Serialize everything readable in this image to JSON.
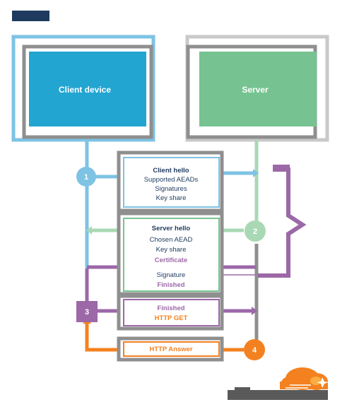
{
  "nodes": {
    "client": "Client device",
    "server": "Server"
  },
  "messages": {
    "client_hello": [
      "Client hello",
      "Supported AEADs",
      "Signatures",
      "Key share"
    ],
    "server_hello": [
      "Server hello",
      "Chosen AEAD",
      "Key share",
      "Certificate"
    ],
    "signature_block": [
      "Signature",
      "Finished"
    ],
    "client_finished": [
      "Finished",
      "HTTP GET"
    ],
    "http_answer": "HTTP Answer"
  },
  "steps": [
    "1",
    "2",
    "3",
    "4"
  ],
  "colors": {
    "client_blue": "#22a5d1",
    "server_green": "#76c391",
    "line_blue": "#7ec3e4",
    "line_green": "#a9d9b4",
    "purple": "#9c68a7",
    "orange": "#f48120",
    "navy": "#1e3a5f",
    "gray": "#8f8f8f"
  },
  "icons": {
    "logo": "cloudflare-logo"
  }
}
